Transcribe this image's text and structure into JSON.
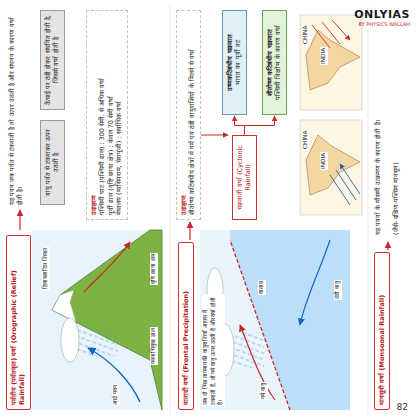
{
  "diagram": {
    "nodes": [
      {
        "text": [
          "पर्वतीय (पर्वतकृत) वर्षा (Orographic (Relief) Rainfall)"
        ]
      },
      {
        "text": [
          "वायु पर्वत से टकराकर ऊपर उठती है"
        ]
      },
      {
        "text": [
          "ऊँचाई पर ठंडी होकर संघनित होती है, जिससे वर्षा होती है"
        ]
      },
      {
        "text": [
          "उदाहरण",
          "पश्चिमी घाट (पश्चिमी ढाल) : 300 सेमी. से अधिक वर्षा",
          "पूर्वी ढाल (वृष्टि छाया क्षेत्र) : केवल 70 सेमी वर्षा",
          "मेघालय (मासिनराम, चेरापूंजी) : सर्वाधिक वर्षा"
        ]
      },
      {
        "text": [
          "वाताग्री वर्षा (Frontal Precipitation)"
        ]
      },
      {
        "text": [
          "उदाहरण",
          "शीतोष्ण कटिबंधीय क्षेत्रों में गर्म एवं ठंडी वायुराशियों के मिलने से वर्षा"
        ]
      },
      {
        "text": [
          "चक्रवाती वर्षा (Cyclonic Rainfall)"
        ]
      },
      {
        "text": [
          "उष्णकटिबंधीय चक्रवात",
          "भारत का पूर्वी तट"
        ]
      },
      {
        "text": [
          "शीतोष्ण कटिबंधीय चक्रवात",
          "पश्चिमी विक्षोभ के कारण वर्षा"
        ]
      },
      {
        "text": [
          "मानसूनी वर्षा (Monsoonal Rainfall)"
        ]
      }
    ],
    "edges": [
      {
        "from": 6,
        "to": 7,
        "arrow": "to"
      },
      {
        "from": 6,
        "to": 8,
        "arrow": "to"
      }
    ],
    "labels": [
      "यह पवन जब पर्वत से टकराती है तो ऊपर उठती है और संघनन के कारण वर्षा होती है।",
      "आर्द्र पवन",
      "पवनाभिमुख ढाल",
      "वृष्टि छाया क्षेत्र",
      "हिमाच्छादित शिखर",
      "जब दो भिन्न तापमान की वायुराशियाँ आपस में टकराती हैं, तो गर्म वायु ऊपर उठती है और वर्षा होती है।",
      "गर्म वायु",
      "ठंडी वायु",
      "वाताग्र",
      "INDIA",
      "CHINA",
      "INDIA",
      "CHINA",
      "यह पवनों के मौसमी उत्क्रमण के कारण होती है।",
      "(जैसे- दक्षिण-पश्चिम मानसून)",
      "ONLYIAS",
      "BY PHYSICS WALLAH",
      "82"
    ]
  }
}
